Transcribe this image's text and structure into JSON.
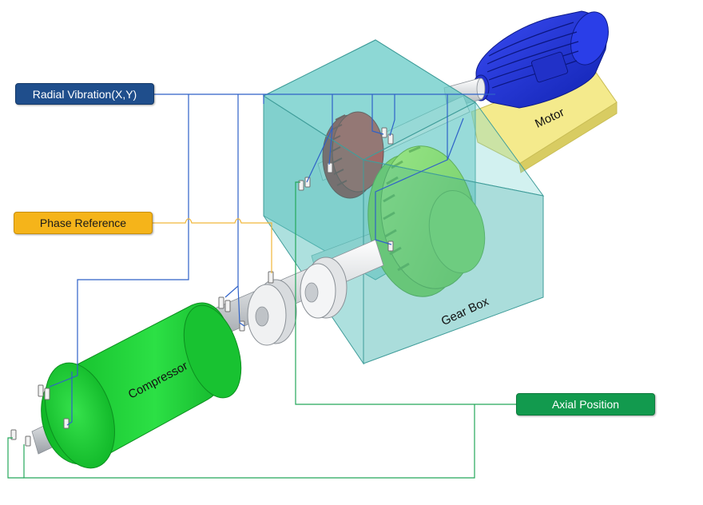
{
  "labels": {
    "radial_vibration": "Radial Vibration(X,Y)",
    "phase_reference": "Phase Reference",
    "axial_position": "Axial Position"
  },
  "components": {
    "motor": "Motor",
    "gear_box": "Gear Box",
    "compressor": "Compressor"
  },
  "colors": {
    "radial_line": "#2f62c8",
    "phase_line": "#f0b63a",
    "axial_line": "#24a85a",
    "motor_body": "#1f2fd6",
    "motor_base": "#f2e88a",
    "gearbox": "#5fc3c0",
    "gear_red": "#a8282b",
    "gear_green": "#8ee04a",
    "compressor": "#22d83a"
  }
}
